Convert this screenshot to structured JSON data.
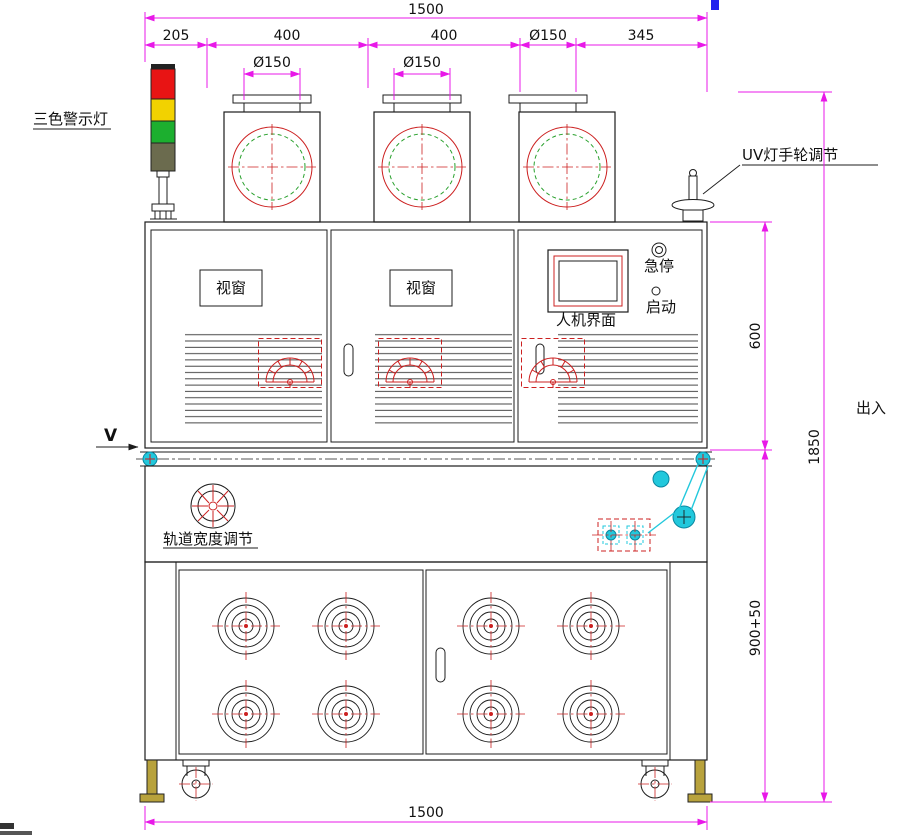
{
  "colors": {
    "line": "#1c1c1c",
    "red": "#cc2020",
    "dim": "#e818e8",
    "green": "#28a02c",
    "cyan": "#22c8dc",
    "lamp-red": "#e81414",
    "lamp-yellow": "#f2d200",
    "lamp-green": "#1caf2f",
    "lamp-body": "#6b6b4e",
    "foot": "#b8a23c",
    "blue": "#2222ee"
  },
  "labels": {
    "warning_light": "三色警示灯",
    "uv_handwheel_adjust": "UV灯手轮调节",
    "viewport_1": "视窗",
    "viewport_2": "视窗",
    "hmi_panel": "人机界面",
    "emergency_stop": "急停",
    "start": "启动",
    "track_width_adjust": "轨道宽度调节",
    "in_out": "出入",
    "view_marker": "V"
  },
  "dims": {
    "overall_width_top": "1500",
    "left_offset": "205",
    "pitch_1": "400",
    "pitch_2": "400",
    "flange_dia_top": "Ø150",
    "right_offset": "345",
    "flange_dia_1": "Ø150",
    "flange_dia_2": "Ø150",
    "upper_cabinet_height": "600",
    "overall_height": "1850",
    "base_height": "900+50",
    "overall_width_bottom": "1500"
  }
}
